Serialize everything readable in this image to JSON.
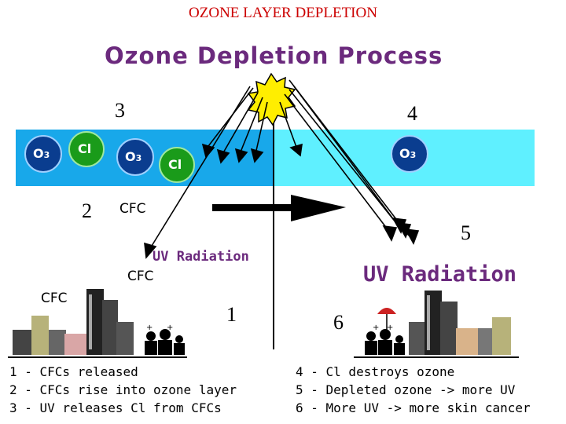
{
  "slide_title": "OZONE LAYER DEPLETION",
  "diagram_title": "Ozone Depletion Process",
  "colors": {
    "title_red": "#cc0000",
    "purple": "#6b2a7d",
    "sky": "#5ff0ff",
    "sky_dark": "#18a8ea",
    "ozone_blue": "#0a3d8f",
    "chlorine_green": "#1a9b1a"
  },
  "step_numbers": {
    "n1": "1",
    "n2": "2",
    "n3": "3",
    "n4": "4",
    "n5": "5",
    "n6": "6"
  },
  "molecules": {
    "ozone": "O",
    "ozone_sub": "3",
    "chlorine": "Cl"
  },
  "labels": {
    "cfc_upper": "CFC",
    "cfc_middle": "CFC",
    "cfc_lower": "CFC",
    "uv_left": "UV Radiation",
    "uv_right": "UV Radiation"
  },
  "legend_left": [
    "1 - CFCs released",
    "2 - CFCs rise into ozone layer",
    "3 - UV releases Cl from CFCs"
  ],
  "legend_right": [
    "4 - Cl destroys ozone",
    "5 - Depleted ozone -> more UV",
    "6 - More UV -> more skin cancer"
  ]
}
